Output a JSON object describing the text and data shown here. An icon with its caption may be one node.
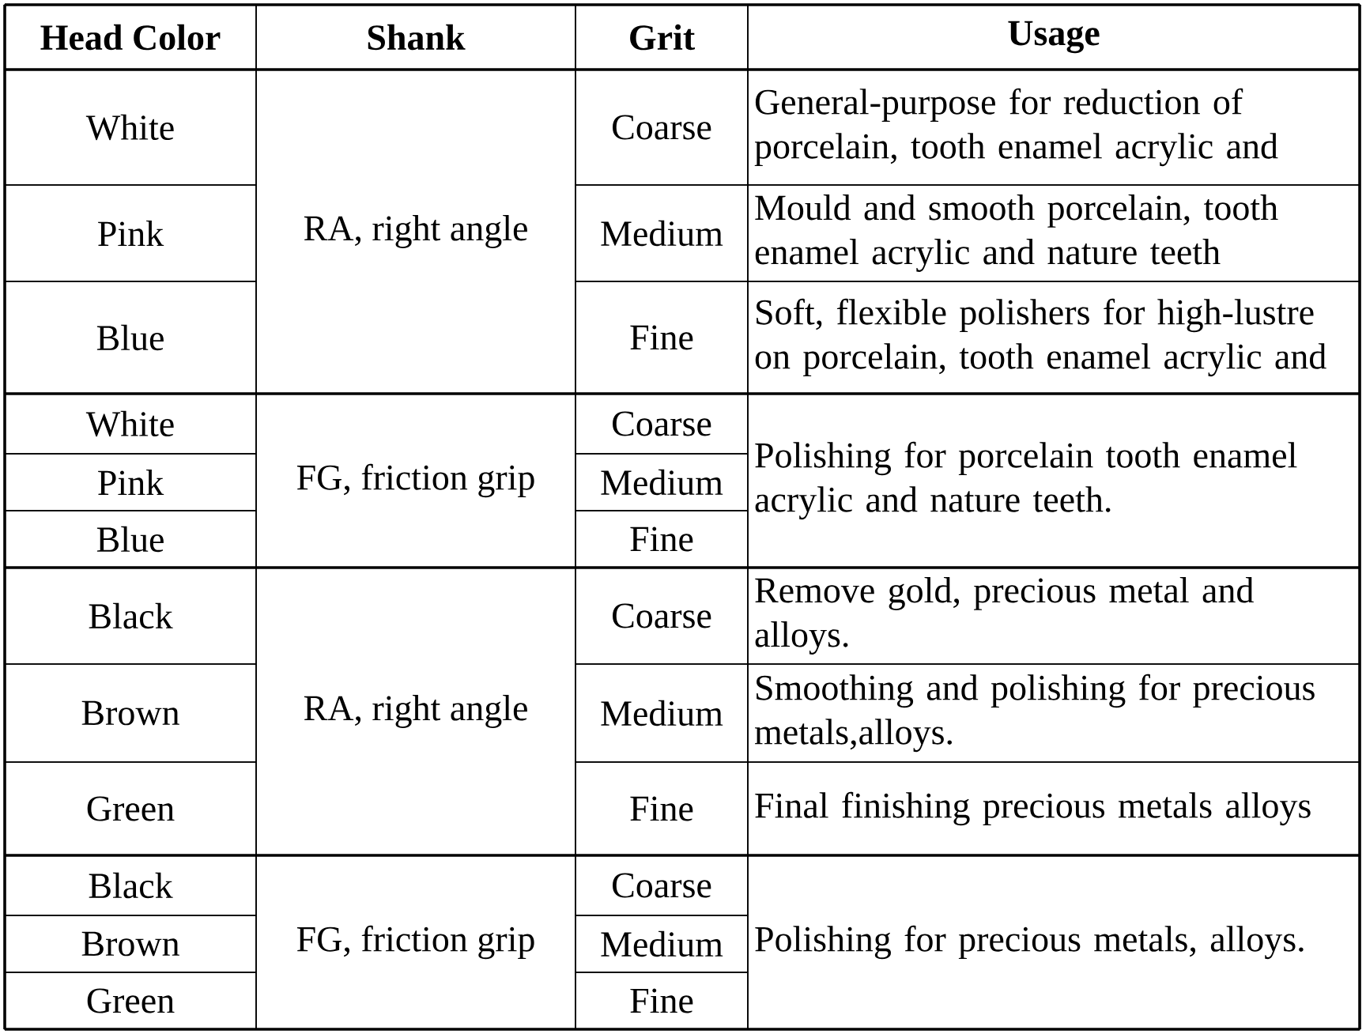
{
  "diagram": {
    "labels": [
      "Head Color",
      "Shank",
      "Grit",
      "Usage",
      "White",
      "RA, right angle",
      "Coarse",
      "General-purpose for reduction of porcelain, tooth enamel acrylic and",
      "Pink",
      "Medium",
      "Mould and smooth porcelain, tooth enamel acrylic and nature teeth",
      "Blue",
      "Fine",
      "Soft, flexible polishers for high-lustre on porcelain, tooth enamel acrylic and",
      "White",
      "FG, friction grip",
      "Coarse",
      "Polishing for porcelain tooth enamel acrylic and nature teeth.",
      "Pink",
      "Medium",
      "Blue",
      "Fine",
      "Black",
      "RA, right angle",
      "Coarse",
      "Remove gold, precious metal and alloys.",
      "Brown",
      "Medium",
      "Smoothing and polishing for precious metals,alloys.",
      "Green",
      "Fine",
      "Final finishing precious metals alloys",
      "Black",
      "Coarse",
      "Brown",
      "FG, friction grip",
      "Medium",
      "Polishing for precious metals, alloys.",
      "Green",
      "Fine"
    ]
  }
}
